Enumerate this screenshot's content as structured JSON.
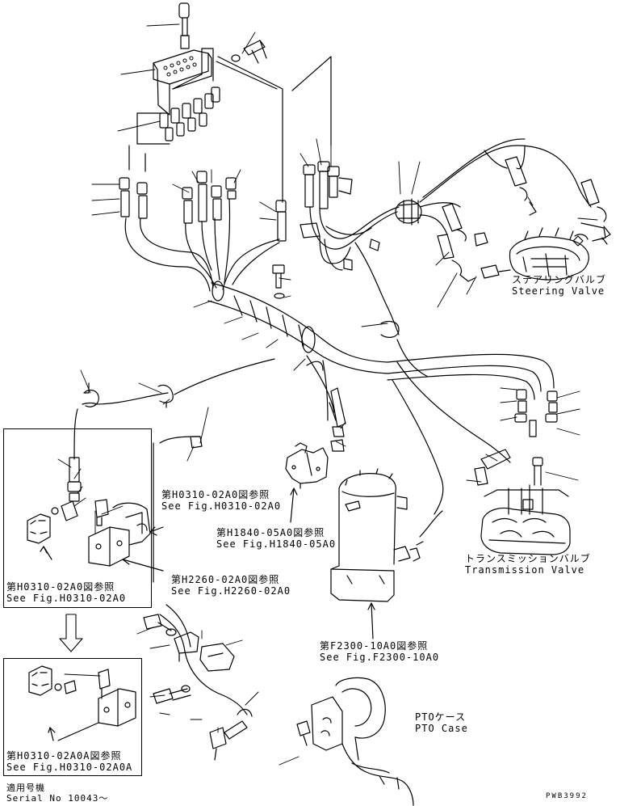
{
  "labels": {
    "steering": {
      "ja": "ステアリングバルブ",
      "en": "Steering Valve"
    },
    "transmission": {
      "ja": "トランスミッションバルブ",
      "en": "Transmission Valve"
    },
    "pto": {
      "ja": "PTOケース",
      "en": "PTO Case"
    },
    "ref_h0310_main": {
      "ja": "第H0310-02A0図参照",
      "en": "See Fig.H0310-02A0"
    },
    "ref_h1840": {
      "ja": "第H1840-05A0図参照",
      "en": "See Fig.H1840-05A0"
    },
    "ref_h2260": {
      "ja": "第H2260-02A0図参照",
      "en": "See Fig.H2260-02A0"
    },
    "ref_h0310_inset1": {
      "ja": "第H0310-02A0図参照",
      "en": "See Fig.H0310-02A0"
    },
    "ref_f2300": {
      "ja": "第F2300-10A0図参照",
      "en": "See Fig.F2300-10A0"
    },
    "ref_h0310_inset2": {
      "ja": "第H0310-02A0A図参照",
      "en": "See Fig.H0310-02A0A"
    },
    "serial": {
      "ja": "適用号機",
      "en": "Serial No 10043～"
    },
    "drawing_code": "PWB3992"
  },
  "style": {
    "line_color": "#000000",
    "background": "#ffffff"
  }
}
